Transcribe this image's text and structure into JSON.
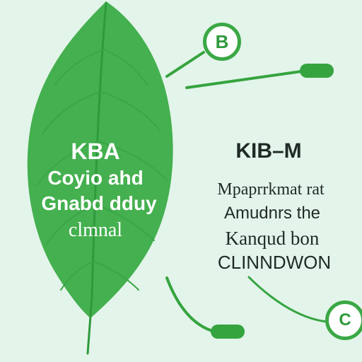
{
  "colors": {
    "background": "#e3f4ea",
    "leaf": "#44b04f",
    "leaf_dark": "#2f9a3c",
    "connector": "#35a43f",
    "leaf_text": "#ffffff",
    "right_text": "#1f2a26"
  },
  "leaf": {
    "line1": "KBA",
    "line2": "Coyio ahd",
    "line3": "Gnabd dduy",
    "line4": "clmnal"
  },
  "right_panel": {
    "heading": "KIB–M",
    "line1": "Mpaprrkmat rat",
    "line2": "Amudnrs the",
    "line3": "Kanqud bon",
    "line4": "CLINNDWON"
  },
  "markers": {
    "b": "B",
    "c": "C"
  }
}
